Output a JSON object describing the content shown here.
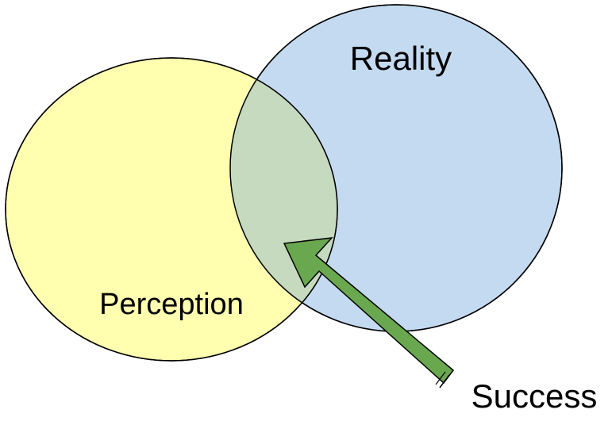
{
  "diagram": {
    "type": "venn",
    "sets": [
      {
        "label": "Perception",
        "color": "#FFFFAF"
      },
      {
        "label": "Reality",
        "color": "#C4DAF0"
      }
    ],
    "intersection": {
      "color": "#C6DAC0"
    },
    "arrow": {
      "label": "Success",
      "color": "#6AA84F",
      "points_to": "intersection"
    },
    "outline_color": "#000000"
  }
}
